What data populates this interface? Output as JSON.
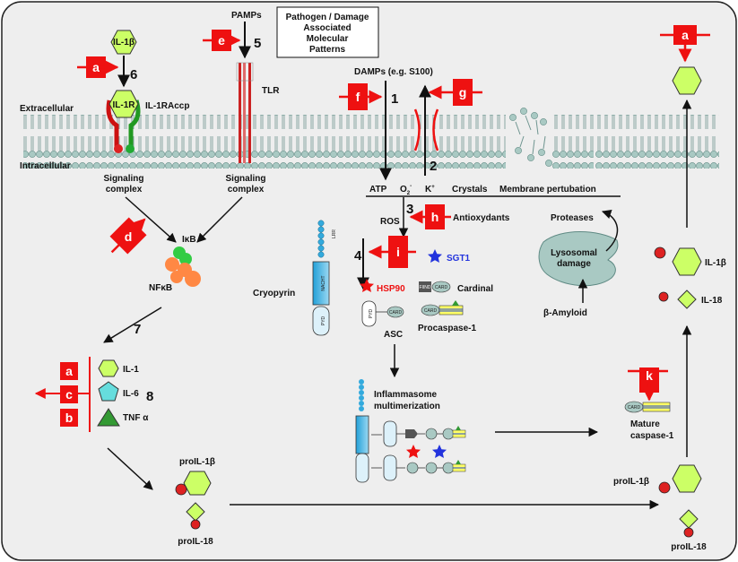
{
  "legend": {
    "line1": "Pathogen / Damage",
    "line2": "Associated",
    "line3": "Molecular",
    "line4": "Patterns"
  },
  "labels": {
    "extracellular": "Extracellular",
    "intracellular": "Intracellular",
    "pamps": "PAMPs",
    "tlr": "TLR",
    "il1b_top": "IL-1β",
    "il1r": "IL-1R",
    "il1raccp": "IL-1RAccp",
    "signaling_left_1": "Signaling",
    "signaling_left_2": "complex",
    "signaling_right_1": "Signaling",
    "signaling_right_2": "complex",
    "ikb": "IκB",
    "nfkb": "NFκB",
    "damps": "DAMPs (e.g. S100)",
    "atp": "ATP",
    "o2": "O",
    "o2_sub": "2",
    "o2_sup": "-",
    "k": "K",
    "k_sup": "+",
    "crystals": "Crystals",
    "membrane_pert": "Membrane pertubation",
    "ros": "ROS",
    "antioxydants": "Antioxydants",
    "proteases": "Proteases",
    "lysosomal_1": "Lysosomal",
    "lysosomal_2": "damage",
    "b_amyloid": "β-Amyloid",
    "cryopyrin": "Cryopyrin",
    "lrr": "LRR",
    "nacht": "NACHT",
    "pyd": "PYD",
    "card": "CARD",
    "fiind": "FIIND",
    "sgt1": "SGT1",
    "hsp90": "HSP90",
    "cardinal": "Cardinal",
    "procaspase": "Procaspase-1",
    "asc": "ASC",
    "inflammasome_1": "Inflammasome",
    "inflammasome_2": "multimerization",
    "mature_1": "Mature",
    "mature_2": "caspase-1",
    "il1b_right": "IL-1β",
    "il18_right": "IL-18",
    "il1_left": "IL-1",
    "il6_left": "IL-6",
    "tnf_left": "TNF α",
    "proil1b_left": "proIL-1β",
    "proil18_left": "proIL-18",
    "proil1b_right": "proIL-1β",
    "proil18_right": "proIL-18"
  },
  "steps": [
    "1",
    "2",
    "3",
    "4",
    "5",
    "6",
    "7",
    "8"
  ],
  "inhibitors": {
    "a_top": "a",
    "a_il1": "a",
    "e": "e",
    "f": "f",
    "g": "g",
    "h": "h",
    "i": "i",
    "k": "k",
    "d": "d",
    "a_left": "a",
    "c_left": "c",
    "b_left": "b"
  },
  "colors": {
    "inhibitor_red": "#ee1111",
    "cytokine_green": "#ccff66",
    "membrane_teal": "#a9c9c3",
    "procaspase_yellow": "#ffff66",
    "cryopyrin_blue": "#33aadd",
    "nfkb_orange": "#ff8844",
    "ikb_green": "#33cc44",
    "sgt1_blue": "#2233dd",
    "il6_teal": "#66dddd",
    "tnf_green": "#339933"
  }
}
